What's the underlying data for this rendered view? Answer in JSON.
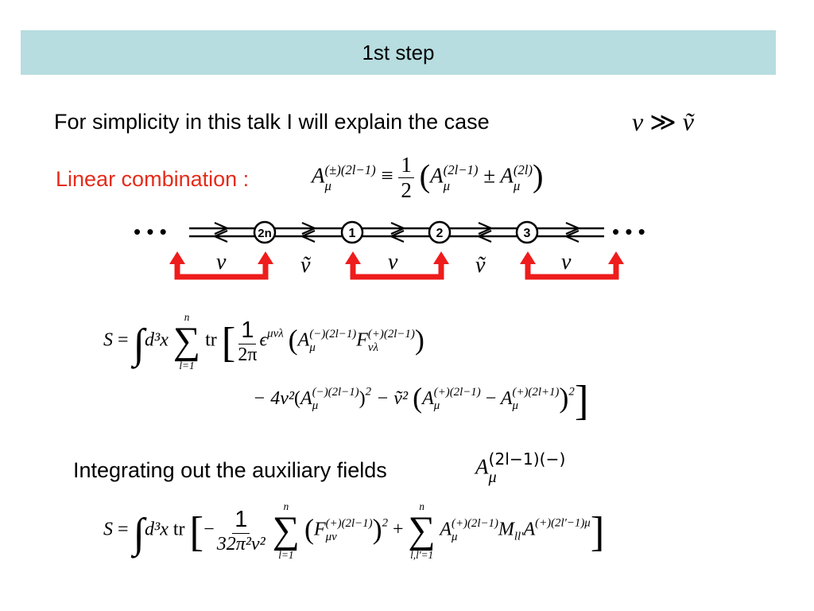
{
  "title": "1st step",
  "intro_text": "For simplicity in this talk I will explain the case",
  "linear_combination_label": "Linear combination :",
  "integrating_text": "Integrating out the auxiliary fields",
  "chain": {
    "dots": "• • •",
    "nodes": [
      "2n",
      "1",
      "2",
      "3"
    ],
    "link_labels": [
      "v",
      "ṽ",
      "v",
      "ṽ",
      "v"
    ],
    "colors": {
      "arrows_red": "#ee1c1c",
      "node_fill": "#ffffff"
    }
  },
  "math": {
    "v": "v",
    "gg": "≫",
    "vtilde": "ṽ",
    "A": "A",
    "mu": "μ",
    "F": "F",
    "pm_2lm1": "(±)(2l−1)",
    "equiv": "≡",
    "one": "1",
    "two": "2",
    "two_lm1": "(2l−1)",
    "pm": "±",
    "two_l": "(2l)",
    "S": "S",
    "equals": "=",
    "d3x": "d³x",
    "tr": "tr",
    "sum": "∑",
    "n": "n",
    "l_eq_1": "l=1",
    "llp_eq_1": "l,l′=1",
    "two_pi": "2π",
    "eps": "ϵ",
    "mu_nu_lambda": "μνλ",
    "minus_2lm1": "(−)(2l−1)",
    "plus_2lm1": "(+)(2l−1)",
    "nu_lambda": "νλ",
    "minus_4v2": "− 4v²",
    "sq": "2",
    "minus": "−",
    "minus_vt2": "− ṽ²",
    "plus_2lp1": "(+)(2l+1)",
    "aux_sup": "(2l−1)(−)",
    "minus_sign": "−",
    "den_32": "32π²v²",
    "mu_nu": "μν",
    "plus": "+",
    "M_llp": "M",
    "llp": "ll′",
    "plus_2lpm1_mu": "(+)(2l′−1)μ"
  }
}
